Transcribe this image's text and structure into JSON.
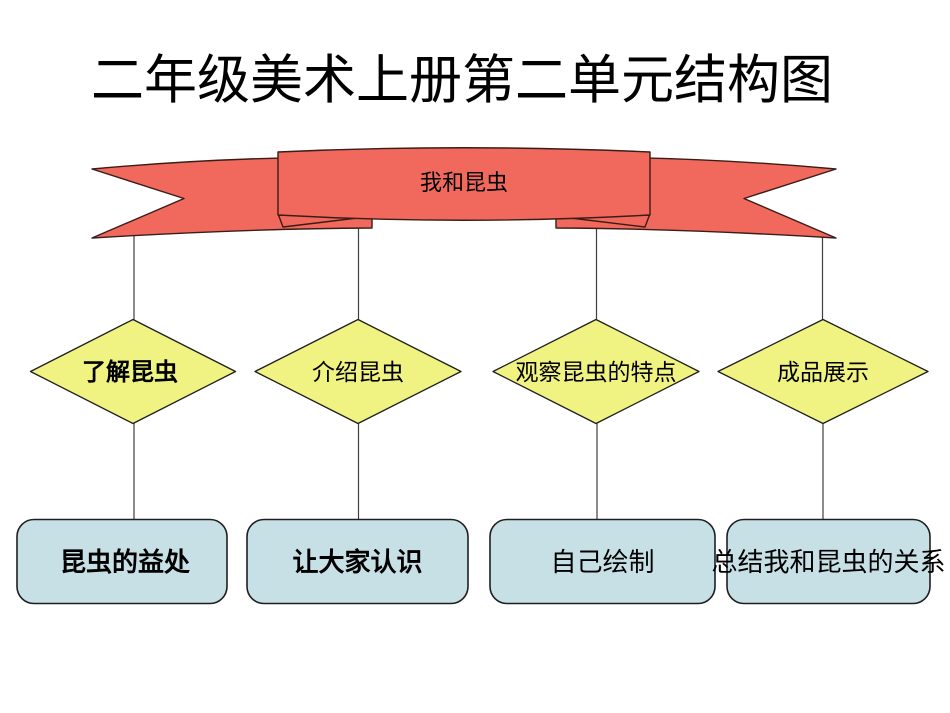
{
  "title": "二年级美术上册第二单元结构图",
  "banner": {
    "label": "我和昆虫"
  },
  "level2_diamonds": [
    {
      "label": "了解昆虫"
    },
    {
      "label": "介绍昆虫"
    },
    {
      "label": "观察昆虫的特点"
    },
    {
      "label": "成品展示"
    }
  ],
  "level3_boxes": [
    {
      "label": "昆虫的益处"
    },
    {
      "label": "让大家认识"
    },
    {
      "label": "自己绘制"
    },
    {
      "label": "总结我和昆虫的关系"
    }
  ],
  "colors": {
    "background": "#FFFFFF",
    "banner_fill": "#F1695C",
    "banner_stroke": "#3A1D18",
    "diamond_fill": "#F0F282",
    "diamond_stroke": "#1F1F1F",
    "box_fill": "#C7E0E5",
    "box_stroke": "#1F1F1F",
    "connector_line": "#3F3F3F",
    "text": "#000000"
  }
}
